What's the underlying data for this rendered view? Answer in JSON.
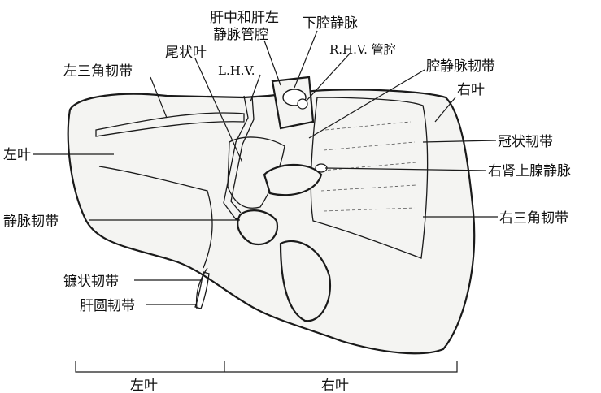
{
  "labels": {
    "lhv_rhv_trunk_line1": "肝中和肝左",
    "lhv_rhv_trunk_line2": "静脉管腔",
    "ivc": "下腔静脉",
    "caudate_lobe": "尾状叶",
    "rhv_lumen": "R.H.V. 管腔",
    "left_triangular": "左三角韧带",
    "lhv": "L.H.V.",
    "caval_ligament": "腔静脉韧带",
    "right_lobe_top": "右叶",
    "left_lobe_side": "左叶",
    "coronary_ligament": "冠状韧带",
    "right_adrenal_vein": "右肾上腺静脉",
    "venous_ligament": "静脉韧带",
    "right_triangular": "右三角韧带",
    "falciform": "镰状韧带",
    "round_ligament": "肝圆韧带",
    "bottom_left": "左叶",
    "bottom_right": "右叶"
  }
}
